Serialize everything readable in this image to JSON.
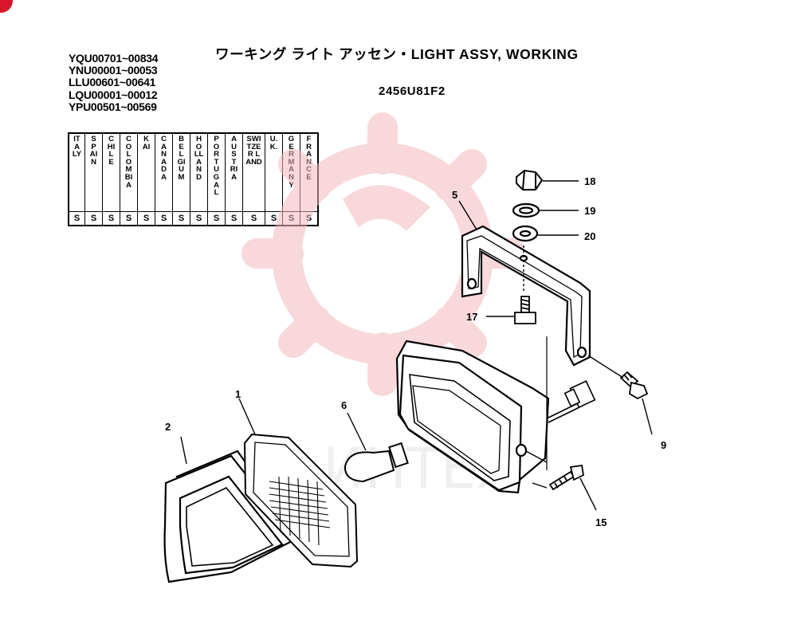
{
  "title": "ワーキング ライト アッセン・LIGHT ASSY, WORKING",
  "part_number": "2456U81F2",
  "serial_ranges": [
    "YQU00701~00834",
    "YNU00001~00053",
    "LLU00601~00641",
    "LQU00001~00012",
    "YPU00501~00569"
  ],
  "countries": [
    {
      "name": "ITALY",
      "mark": "S"
    },
    {
      "name": "SPAIN",
      "mark": "S"
    },
    {
      "name": "CHILE",
      "mark": "S"
    },
    {
      "name": "COLOMBIA",
      "mark": "S"
    },
    {
      "name": "KAI",
      "mark": "S"
    },
    {
      "name": "CANADA",
      "mark": "S"
    },
    {
      "name": "BELGIUM",
      "mark": "S"
    },
    {
      "name": "HOLLAND",
      "mark": "S"
    },
    {
      "name": "PORTUGAL",
      "mark": "S"
    },
    {
      "name": "AUSTRIA",
      "mark": "S"
    },
    {
      "name": "SWITZER LAND",
      "mark": "S"
    },
    {
      "name": "U.K.",
      "mark": "S"
    },
    {
      "name": "GERMANY",
      "mark": "S"
    },
    {
      "name": "FRANCE",
      "mark": "S"
    }
  ],
  "callouts": {
    "c1": "1",
    "c2": "2",
    "c5": "5",
    "c6": "6",
    "c9": "9",
    "c15": "15",
    "c17": "17",
    "c18": "18",
    "c19": "19",
    "c20": "20"
  },
  "watermark_text": "ИНТЕХ",
  "colors": {
    "watermark": "#f3b9bd",
    "badge": "#d9152a",
    "ink": "#000000"
  }
}
